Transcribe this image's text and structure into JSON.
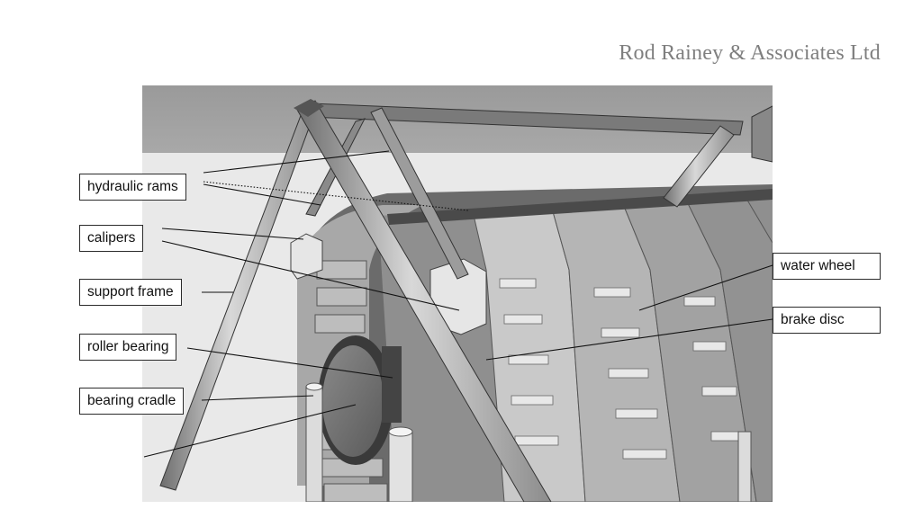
{
  "company_name": "Rod Rainey & Associates Ltd",
  "labels": {
    "hydraulic_rams": "hydraulic rams",
    "calipers": "calipers",
    "support_frame": "support frame",
    "roller_bearing": "roller bearing",
    "bearing_cradle": "bearing cradle",
    "water_wheel": "water wheel",
    "brake_disc": "brake disc"
  },
  "colors": {
    "company_text": "#7f7f7f",
    "label_border": "#2b2b2b",
    "leader_line": "#111111"
  }
}
